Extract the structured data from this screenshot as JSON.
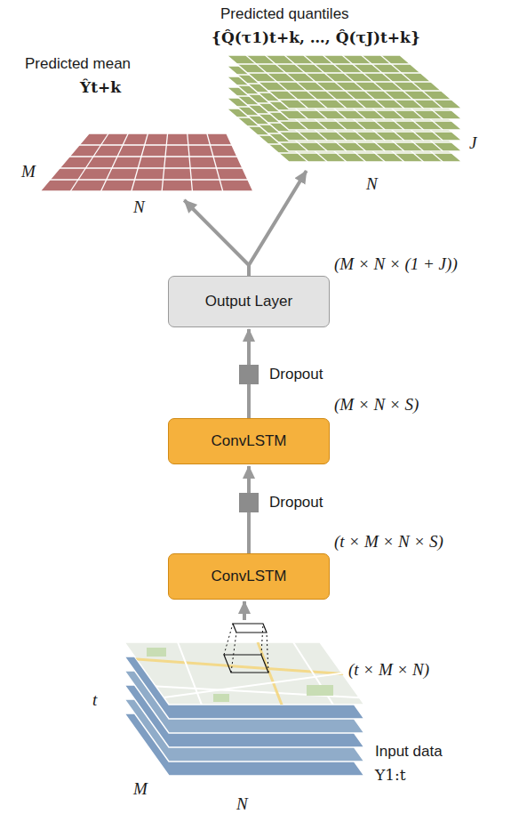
{
  "diagram": {
    "nodes": [
      {
        "text": [
          "Predicted quantiles",
          "{Q̂(τ1)t+k, …, Q̂(τJ)t+k}"
        ]
      },
      {
        "text": [
          "Predicted mean",
          "Ŷt+k"
        ]
      },
      {
        "text": [
          "Output Layer"
        ]
      },
      {
        "text": [
          "Dropout"
        ]
      },
      {
        "text": [
          "ConvLSTM"
        ]
      },
      {
        "text": [
          "Dropout"
        ]
      },
      {
        "text": [
          "ConvLSTM"
        ]
      },
      {
        "text": [
          "Input data",
          "Y1:t"
        ]
      }
    ],
    "edges": [
      {
        "from": 7,
        "to": 6,
        "arrow": "to"
      },
      {
        "from": 6,
        "to": 5,
        "arrow": "none"
      },
      {
        "from": 5,
        "to": 4,
        "arrow": "to"
      },
      {
        "from": 4,
        "to": 3,
        "arrow": "none"
      },
      {
        "from": 3,
        "to": 2,
        "arrow": "to"
      },
      {
        "from": 2,
        "to": 1,
        "arrow": "to"
      },
      {
        "from": 2,
        "to": 0,
        "arrow": "to"
      }
    ],
    "labels": [
      "(M × N × (1 + J))",
      "(M × N × S)",
      "(t × M × N × S)",
      "(t × M × N)",
      "M",
      "N",
      "J",
      "N",
      "t",
      "M",
      "N"
    ]
  }
}
